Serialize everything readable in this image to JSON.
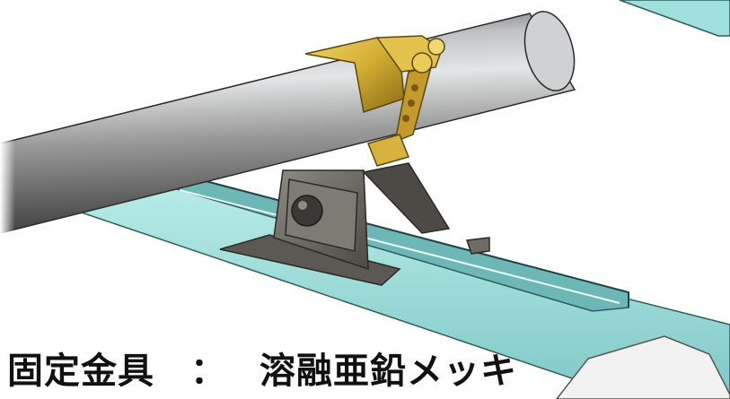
{
  "caption": {
    "label": "固定金具",
    "separator": "：",
    "value": "溶融亜鉛メッキ"
  },
  "colors": {
    "panel_top": "#9fe0dc",
    "panel_dark": "#5aa5a6",
    "panel_edge": "#2d5b5c",
    "pipe_light": "#d9dbdd",
    "pipe_mid": "#9c9c9c",
    "pipe_dark": "#4a4a4a",
    "clamp_gold": "#d6b43c",
    "clamp_shadow": "#8a6b14",
    "bracket_gray": "#6f6c66",
    "bracket_dark": "#3e3b37"
  },
  "icons": [
    "pipe",
    "clamp",
    "bracket",
    "roof-panel"
  ]
}
